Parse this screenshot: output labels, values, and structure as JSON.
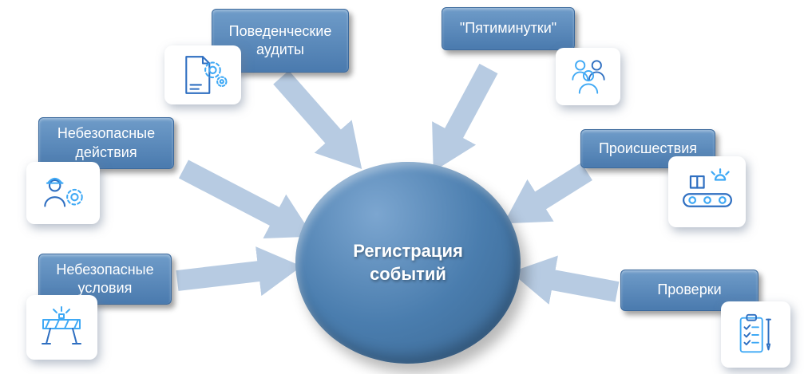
{
  "center": {
    "label": "Регистрация событий"
  },
  "nodes": [
    {
      "label": "Поведенческие аудиты",
      "icon": "document-gears-icon"
    },
    {
      "label": "\"Пятиминутки\"",
      "icon": "people-group-icon"
    },
    {
      "label": "Небезопасные действия",
      "icon": "worker-gear-icon"
    },
    {
      "label": "Происшествия",
      "icon": "conveyor-alert-icon"
    },
    {
      "label": "Небезопасные условия",
      "icon": "safety-barrier-icon"
    },
    {
      "label": "Проверки",
      "icon": "clipboard-checklist-icon"
    }
  ],
  "colors": {
    "box-top": "#6f9cc9",
    "box-bottom": "#4a7aae",
    "box-border": "#3b699c",
    "arrow": "#b7cbe2",
    "ellipse-light": "#7ca6d0",
    "ellipse-mid": "#4a7dae",
    "ellipse-dark": "#38648f",
    "icon-primary": "#3fa9f5",
    "icon-secondary": "#2f6fc1"
  }
}
